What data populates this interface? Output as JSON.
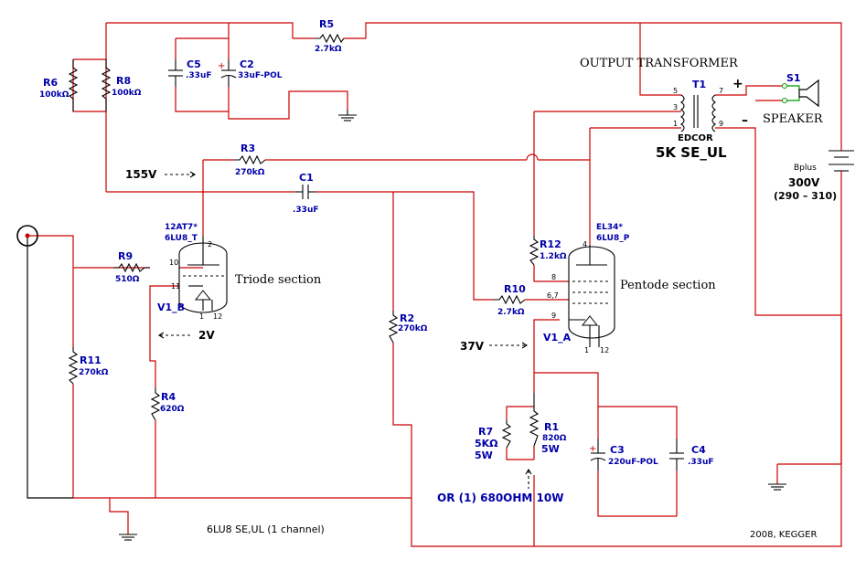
{
  "title": "6LU8  SE,UL  (1 channel)",
  "credit": "2008,  KEGGER",
  "transformer": {
    "header": "OUTPUT  TRANSFORMER",
    "ref": "T1",
    "maker": "EDCOR",
    "model": "5K SE_UL",
    "pins": [
      "5",
      "3",
      "1",
      "7",
      "9"
    ]
  },
  "speaker": {
    "ref": "S1",
    "label": "SPEAKER",
    "plus": "+",
    "minus": "–"
  },
  "supply": {
    "name": "Bplus",
    "voltage": "300V",
    "range": "(290 – 310)"
  },
  "tubes": {
    "triode": {
      "ref_a": "12AT7*",
      "ref_b": "6LU8_T",
      "section": "Triode section",
      "unit": "V1_B",
      "pins": [
        "2",
        "10",
        "11",
        "1",
        "12"
      ]
    },
    "pentode": {
      "ref_a": "EL34*",
      "ref_b": "6LU8_P",
      "section": "Pentode section",
      "unit": "V1_A",
      "pins": [
        "4",
        "8",
        "6,7",
        "9",
        "1",
        "12"
      ]
    }
  },
  "resistors": {
    "R1": {
      "ref": "R1",
      "value": "820Ω",
      "power": "5W"
    },
    "R2": {
      "ref": "R2",
      "value": "270kΩ"
    },
    "R3": {
      "ref": "R3",
      "value": "270kΩ"
    },
    "R4": {
      "ref": "R4",
      "value": "620Ω"
    },
    "R5": {
      "ref": "R5",
      "value": "2.7kΩ"
    },
    "R6": {
      "ref": "R6",
      "value": "100kΩ"
    },
    "R7": {
      "ref": "R7",
      "value": "5KΩ",
      "power": "5W"
    },
    "R8": {
      "ref": "R8",
      "value": "100kΩ"
    },
    "R9": {
      "ref": "R9",
      "value": "510Ω"
    },
    "R10": {
      "ref": "R10",
      "value": "2.7kΩ"
    },
    "R11": {
      "ref": "R11",
      "value": "270kΩ"
    },
    "R12": {
      "ref": "R12",
      "value": "1.2kΩ"
    }
  },
  "capacitors": {
    "C1": {
      "ref": "C1",
      "value": ".33uF"
    },
    "C2": {
      "ref": "C2",
      "value": "33uF-POL"
    },
    "C3": {
      "ref": "C3",
      "value": "220uF-POL"
    },
    "C4": {
      "ref": "C4",
      "value": ".33uF"
    },
    "C5": {
      "ref": "C5",
      "value": ".33uF"
    }
  },
  "annotations": {
    "v155": "155V",
    "v2": "2V",
    "v37": "37V",
    "alt": "OR  (1)  680OHM  10W"
  },
  "colors": {
    "wire": "#cc0000",
    "label": "#0000aa",
    "speaker": "#009900"
  }
}
